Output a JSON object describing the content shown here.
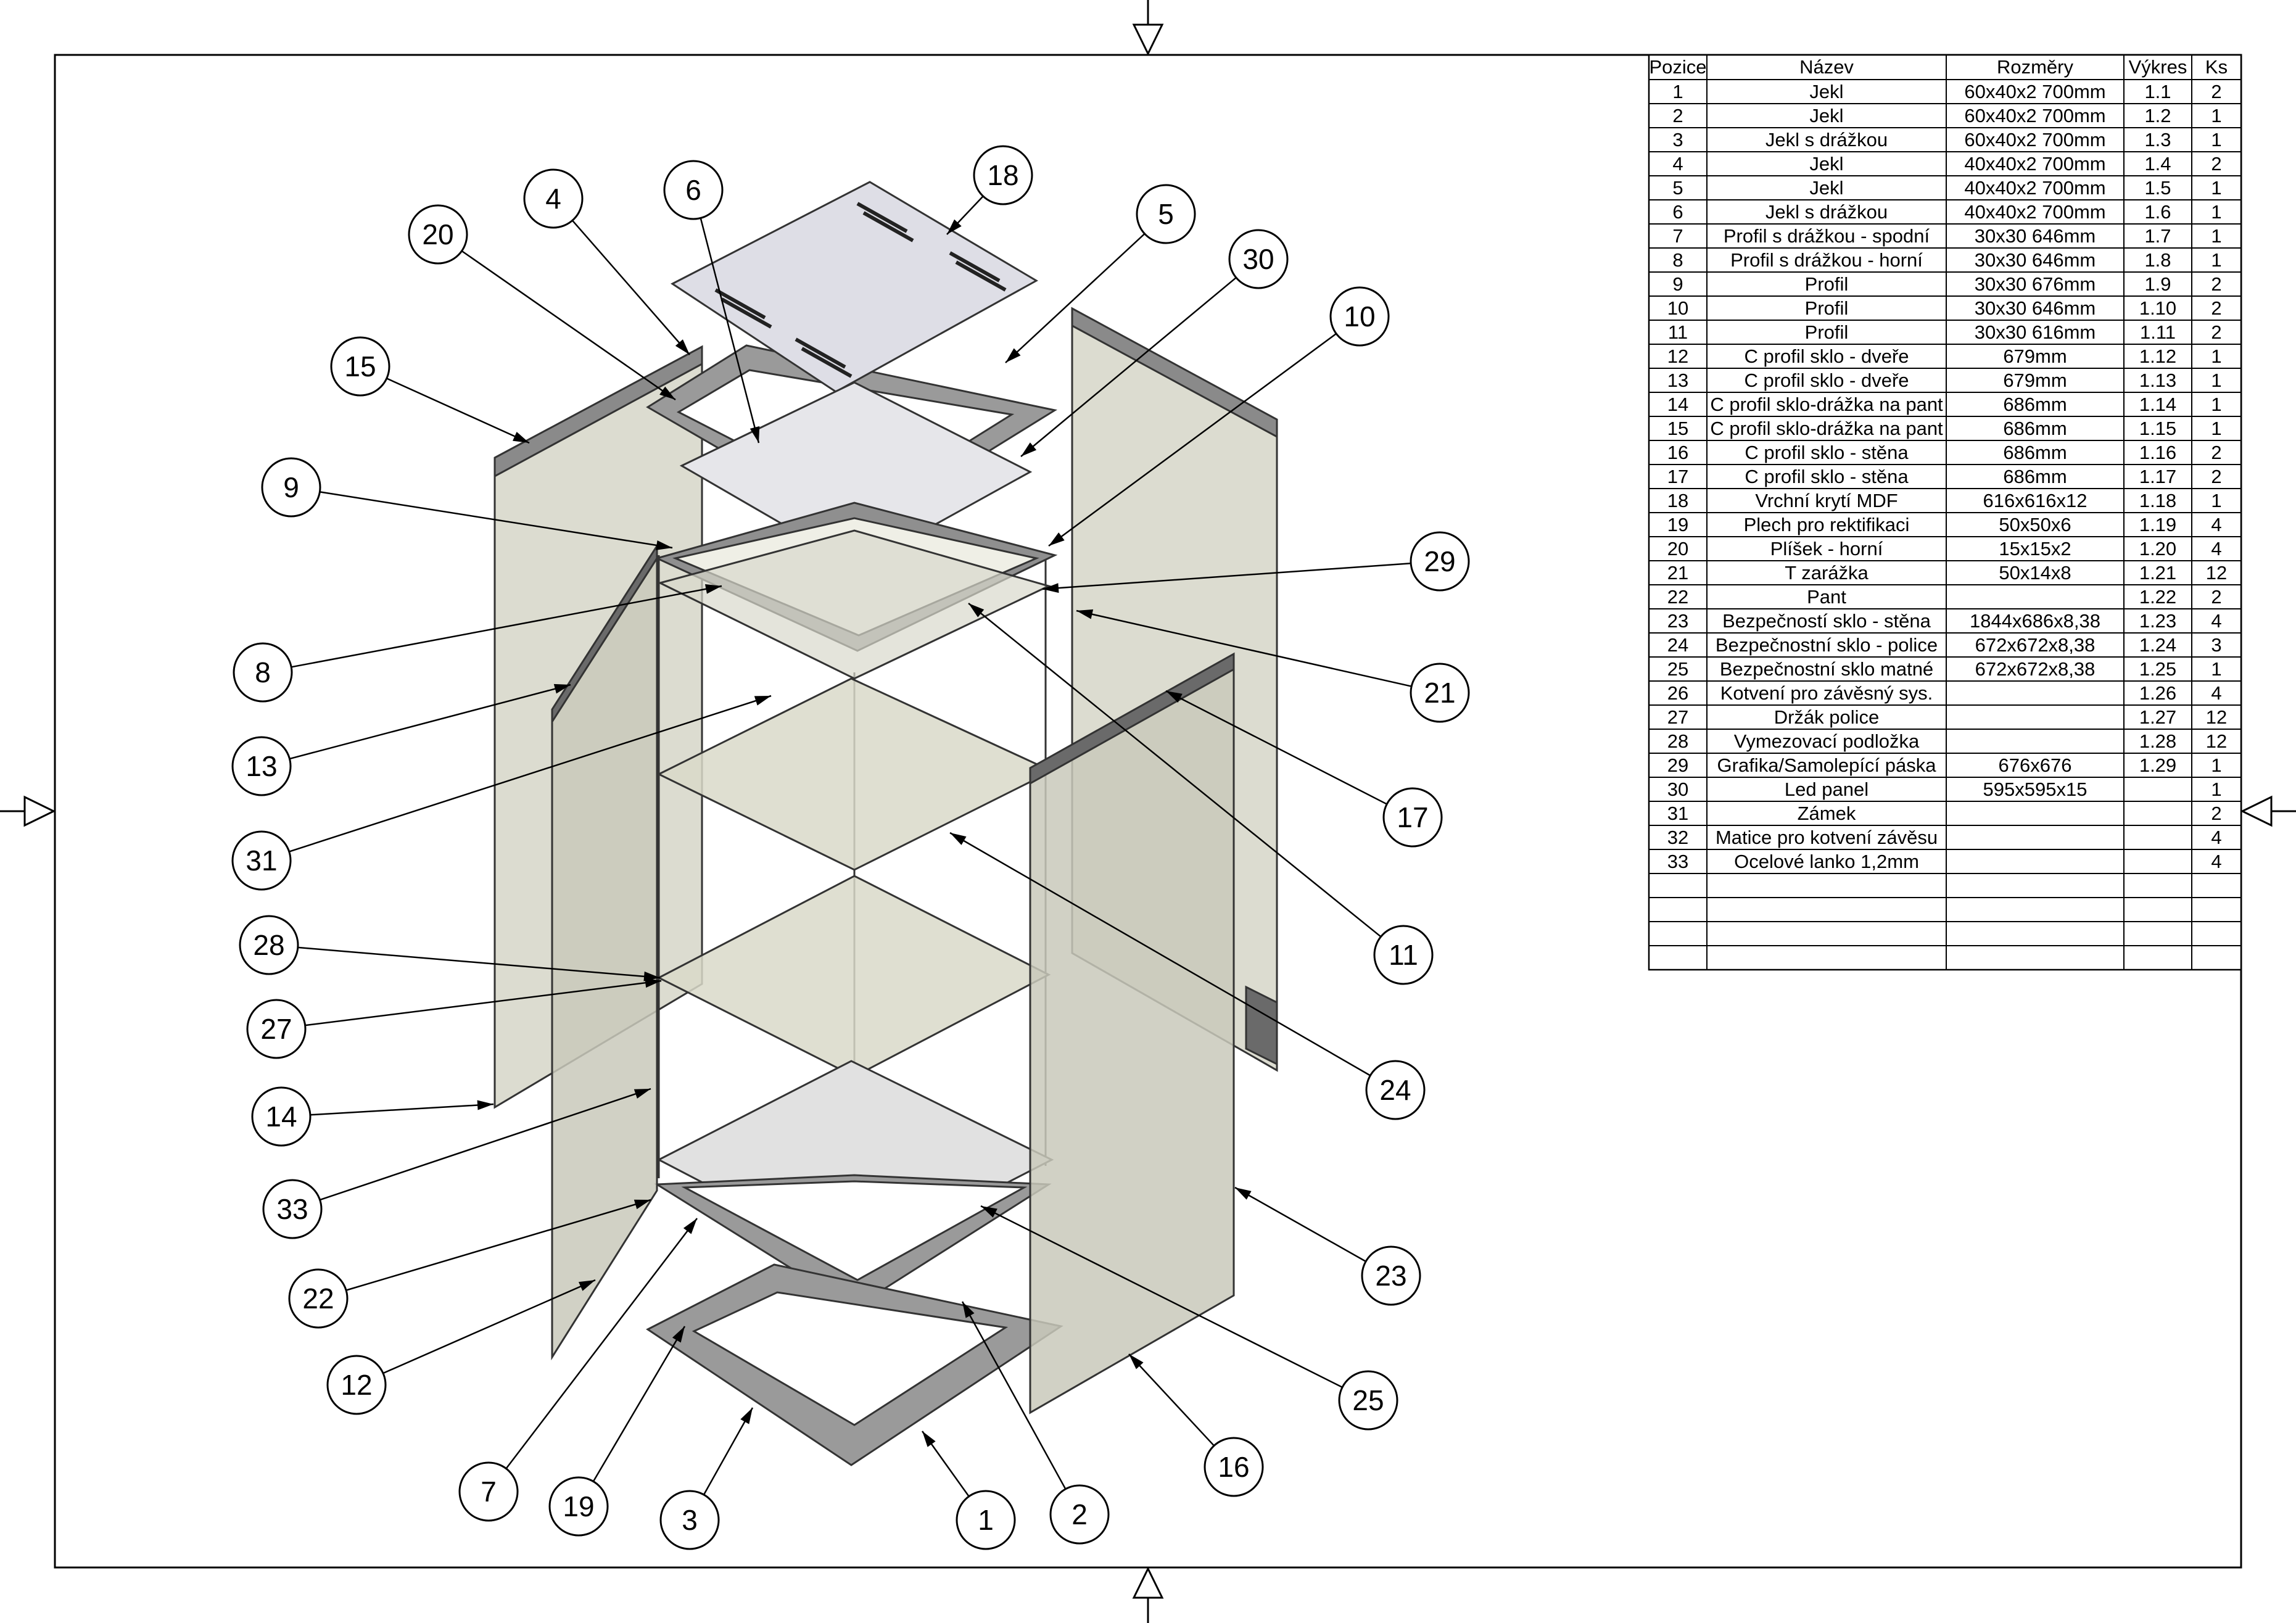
{
  "bom": {
    "headers": [
      "Pozice",
      "Název",
      "Rozměry",
      "Výkres",
      "Ks"
    ],
    "rows": [
      [
        "1",
        "Jekl",
        "60x40x2 700mm",
        "1.1",
        "2"
      ],
      [
        "2",
        "Jekl",
        "60x40x2 700mm",
        "1.2",
        "1"
      ],
      [
        "3",
        "Jekl s drážkou",
        "60x40x2 700mm",
        "1.3",
        "1"
      ],
      [
        "4",
        "Jekl",
        "40x40x2 700mm",
        "1.4",
        "2"
      ],
      [
        "5",
        "Jekl",
        "40x40x2 700mm",
        "1.5",
        "1"
      ],
      [
        "6",
        "Jekl s drážkou",
        "40x40x2 700mm",
        "1.6",
        "1"
      ],
      [
        "7",
        "Profil s drážkou - spodní",
        "30x30 646mm",
        "1.7",
        "1"
      ],
      [
        "8",
        "Profil s drážkou - horní",
        "30x30 646mm",
        "1.8",
        "1"
      ],
      [
        "9",
        "Profil",
        "30x30 676mm",
        "1.9",
        "2"
      ],
      [
        "10",
        "Profil",
        "30x30 646mm",
        "1.10",
        "2"
      ],
      [
        "11",
        "Profil",
        "30x30 616mm",
        "1.11",
        "2"
      ],
      [
        "12",
        "C profil sklo - dveře",
        "679mm",
        "1.12",
        "1"
      ],
      [
        "13",
        "C profil sklo - dveře",
        "679mm",
        "1.13",
        "1"
      ],
      [
        "14",
        "C profil sklo-drážka na pant",
        "686mm",
        "1.14",
        "1"
      ],
      [
        "15",
        "C profil sklo-drážka na pant",
        "686mm",
        "1.15",
        "1"
      ],
      [
        "16",
        "C profil sklo - stěna",
        "686mm",
        "1.16",
        "2"
      ],
      [
        "17",
        "C profil sklo - stěna",
        "686mm",
        "1.17",
        "2"
      ],
      [
        "18",
        "Vrchní krytí MDF",
        "616x616x12",
        "1.18",
        "1"
      ],
      [
        "19",
        "Plech pro rektifikaci",
        "50x50x6",
        "1.19",
        "4"
      ],
      [
        "20",
        "Plíšek - horní",
        "15x15x2",
        "1.20",
        "4"
      ],
      [
        "21",
        "T zarážka",
        "50x14x8",
        "1.21",
        "12"
      ],
      [
        "22",
        "Pant",
        "",
        "1.22",
        "2"
      ],
      [
        "23",
        "Bezpečností sklo - stěna",
        "1844x686x8,38",
        "1.23",
        "4"
      ],
      [
        "24",
        "Bezpečnostní sklo - police",
        "672x672x8,38",
        "1.24",
        "3"
      ],
      [
        "25",
        "Bezpečnostní sklo matné",
        "672x672x8,38",
        "1.25",
        "1"
      ],
      [
        "26",
        "Kotvení pro závěsný sys.",
        "",
        "1.26",
        "4"
      ],
      [
        "27",
        "Držák police",
        "",
        "1.27",
        "12"
      ],
      [
        "28",
        "Vymezovací podložka",
        "",
        "1.28",
        "12"
      ],
      [
        "29",
        "Grafika/Samolepící páska",
        "676x676",
        "1.29",
        "1"
      ],
      [
        "30",
        "Led panel",
        "595x595x15",
        "",
        "1"
      ],
      [
        "31",
        "Zámek",
        "",
        "",
        "2"
      ],
      [
        "32",
        "Matice pro kotvení závěsu",
        "",
        "",
        "4"
      ],
      [
        "33",
        "Ocelové lanko 1,2mm",
        "",
        "",
        "4"
      ],
      [
        "",
        "",
        "",
        "",
        ""
      ],
      [
        "",
        "",
        "",
        "",
        ""
      ],
      [
        "",
        "",
        "",
        "",
        ""
      ],
      [
        "",
        "",
        "",
        "",
        ""
      ]
    ]
  },
  "balloons": [
    {
      "label": "18"
    },
    {
      "label": "6"
    },
    {
      "label": "4"
    },
    {
      "label": "20"
    },
    {
      "label": "15"
    },
    {
      "label": "5"
    },
    {
      "label": "30"
    },
    {
      "label": "10"
    },
    {
      "label": "9"
    },
    {
      "label": "29"
    },
    {
      "label": "8"
    },
    {
      "label": "21"
    },
    {
      "label": "13"
    },
    {
      "label": "17"
    },
    {
      "label": "31"
    },
    {
      "label": "11"
    },
    {
      "label": "28"
    },
    {
      "label": "27"
    },
    {
      "label": "24"
    },
    {
      "label": "14"
    },
    {
      "label": "33"
    },
    {
      "label": "23"
    },
    {
      "label": "22"
    },
    {
      "label": "12"
    },
    {
      "label": "25"
    },
    {
      "label": "16"
    },
    {
      "label": "7"
    },
    {
      "label": "19"
    },
    {
      "label": "3"
    },
    {
      "label": "1"
    },
    {
      "label": "2"
    }
  ],
  "colors": {
    "line": "#000000",
    "glass": "#d6d6c8",
    "glass_dark": "#b9b9ac",
    "steel": "#9a9a9a",
    "steel_dark": "#555555",
    "mdf": "#dedee6"
  }
}
